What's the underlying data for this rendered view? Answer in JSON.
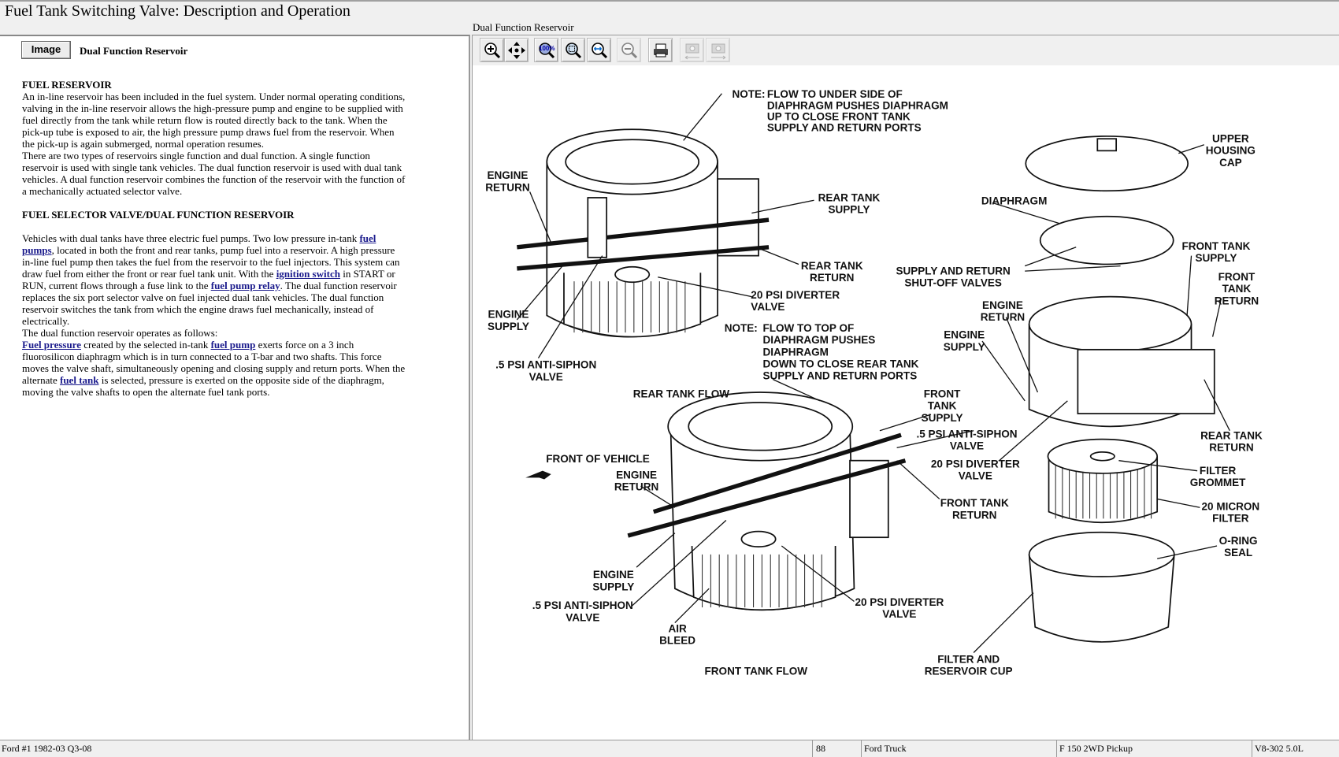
{
  "window": {
    "title": "Fuel Tank Switching Valve:  Description and Operation"
  },
  "left_pane": {
    "image_button": "Image",
    "image_caption": "Dual Function Reservoir",
    "section1": {
      "heading": "FUEL RESERVOIR",
      "p1": "An in-line reservoir has been included in the fuel system. Under normal operating conditions, valving in the in-line reservoir allows the high-pressure pump and engine to be supplied with fuel directly from the tank while return flow is routed directly back to the tank. When the pick-up tube is exposed to air, the high pressure pump draws fuel from the reservoir. When the pick-up is again submerged, normal operation resumes.",
      "p2": "There are two types of reservoirs single function and dual function. A single function reservoir is used with single tank vehicles. The dual function reservoir is used with dual tank vehicles. A dual function reservoir combines the function of the reservoir with the function of a mechanically actuated selector valve."
    },
    "section2": {
      "heading": "FUEL SELECTOR VALVE/DUAL FUNCTION RESERVOIR",
      "p1_a": "Vehicles with dual tanks have three electric fuel pumps. Two low pressure in-tank ",
      "link_fuel_pumps": "fuel pumps",
      "p1_b": ", located in both the front and rear tanks, pump fuel into a reservoir. A high pressure in-line fuel pump then takes the fuel from the reservoir to the fuel injectors. This system can draw fuel from either the front or rear fuel tank unit. With the ",
      "link_ignition_switch": "ignition switch",
      "p1_c": " in START or RUN, current flows through a fuse link to the ",
      "link_fuel_pump_relay": "fuel pump relay",
      "p1_d": ". The dual function reservoir replaces the six port selector valve on fuel injected dual tank vehicles. The dual function reservoir switches the tank from which the engine draws fuel mechanically, instead of electrically.",
      "p2": "The dual function reservoir operates as follows:",
      "link_fuel_pressure": "Fuel pressure",
      "p3_a": " created by the selected in-tank ",
      "link_fuel_pump": "fuel pump",
      "p3_b": " exerts force on a 3 inch fluorosilicon diaphragm which is in turn connected to a T-bar and two shafts. This force moves the valve shaft, simultaneously opening and closing supply and return ports. When the alternate ",
      "link_fuel_tank": "fuel tank",
      "p3_c": " is selected, pressure is exerted on the opposite side of the diaphragm, moving the valve shafts to open the alternate fuel tank ports."
    }
  },
  "right_pane": {
    "caption": "Dual Function Reservoir",
    "toolbar": [
      {
        "icon": "zoom-in-icon",
        "enabled": true
      },
      {
        "icon": "pan-icon",
        "enabled": true
      },
      {
        "icon": "zoom-100-icon",
        "enabled": true
      },
      {
        "icon": "zoom-fit-icon",
        "enabled": true
      },
      {
        "icon": "zoom-width-icon",
        "enabled": true
      },
      {
        "icon": "zoom-out-icon",
        "enabled": false
      },
      {
        "icon": "print-icon",
        "enabled": true
      },
      {
        "icon": "previous-image-icon",
        "enabled": false
      },
      {
        "icon": "next-image-icon",
        "enabled": false
      }
    ],
    "diagram_labels": {
      "note1_head": "NOTE:",
      "note1": [
        "FLOW TO UNDER SIDE OF",
        "DIAPHRAGM PUSHES DIAPHRAGM",
        "UP TO CLOSE FRONT TANK",
        "SUPPLY AND RETURN PORTS"
      ],
      "note2_head": "NOTE:",
      "note2": [
        "FLOW TO TOP OF",
        "DIAPHRAGM PUSHES",
        "DIAPHRAGM",
        "DOWN TO CLOSE REAR TANK",
        "SUPPLY AND RETURN PORTS"
      ],
      "items": [
        {
          "lines": [
            "ENGINE",
            "RETURN"
          ]
        },
        {
          "lines": [
            "REAR TANK",
            "SUPPLY"
          ]
        },
        {
          "lines": [
            "UPPER",
            "HOUSING",
            "CAP"
          ]
        },
        {
          "lines": [
            "DIAPHRAGM"
          ]
        },
        {
          "lines": [
            "REAR TANK",
            "RETURN"
          ]
        },
        {
          "lines": [
            "SUPPLY AND RETURN",
            "SHUT-OFF VALVES"
          ]
        },
        {
          "lines": [
            "FRONT TANK",
            "SUPPLY"
          ]
        },
        {
          "lines": [
            "FRONT",
            "TANK",
            "RETURN"
          ]
        },
        {
          "lines": [
            "20 PSI DIVERTER",
            "VALVE"
          ]
        },
        {
          "lines": [
            "ENGINE",
            "SUPPLY"
          ]
        },
        {
          "lines": [
            "ENGINE",
            "RETURN"
          ]
        },
        {
          "lines": [
            "ENGINE",
            "SUPPLY"
          ]
        },
        {
          "lines": [
            ".5 PSI ANTI-SIPHON",
            "VALVE"
          ]
        },
        {
          "lines": [
            "REAR TANK FLOW"
          ]
        },
        {
          "lines": [
            "FRONT",
            "TANK",
            "SUPPLY"
          ]
        },
        {
          "lines": [
            ".5 PSI ANTI-SIPHON",
            "VALVE"
          ]
        },
        {
          "lines": [
            "REAR TANK",
            "RETURN"
          ]
        },
        {
          "lines": [
            "FRONT OF VEHICLE"
          ]
        },
        {
          "lines": [
            "20 PSI DIVERTER",
            "VALVE"
          ]
        },
        {
          "lines": [
            "FILTER",
            "GROMMET"
          ]
        },
        {
          "lines": [
            "ENGINE",
            "RETURN"
          ]
        },
        {
          "lines": [
            "FRONT TANK",
            "RETURN"
          ]
        },
        {
          "lines": [
            "20 MICRON",
            "FILTER"
          ]
        },
        {
          "lines": [
            "O-RING",
            "SEAL"
          ]
        },
        {
          "lines": [
            "ENGINE",
            "SUPPLY"
          ]
        },
        {
          "lines": [
            ".5 PSI ANTI-SIPHON",
            "VALVE"
          ]
        },
        {
          "lines": [
            "20 PSI DIVERTER",
            "VALVE"
          ]
        },
        {
          "lines": [
            "AIR",
            "BLEED"
          ]
        },
        {
          "lines": [
            "FRONT TANK FLOW"
          ]
        },
        {
          "lines": [
            "FILTER AND",
            "RESERVOIR CUP"
          ]
        }
      ]
    }
  },
  "status_bar": {
    "vehicle": "Ford #1 1982-03 Q3-08",
    "page": "88",
    "make": "Ford Truck",
    "model": "F 150 2WD Pickup",
    "engine": "V8-302 5.0L"
  }
}
